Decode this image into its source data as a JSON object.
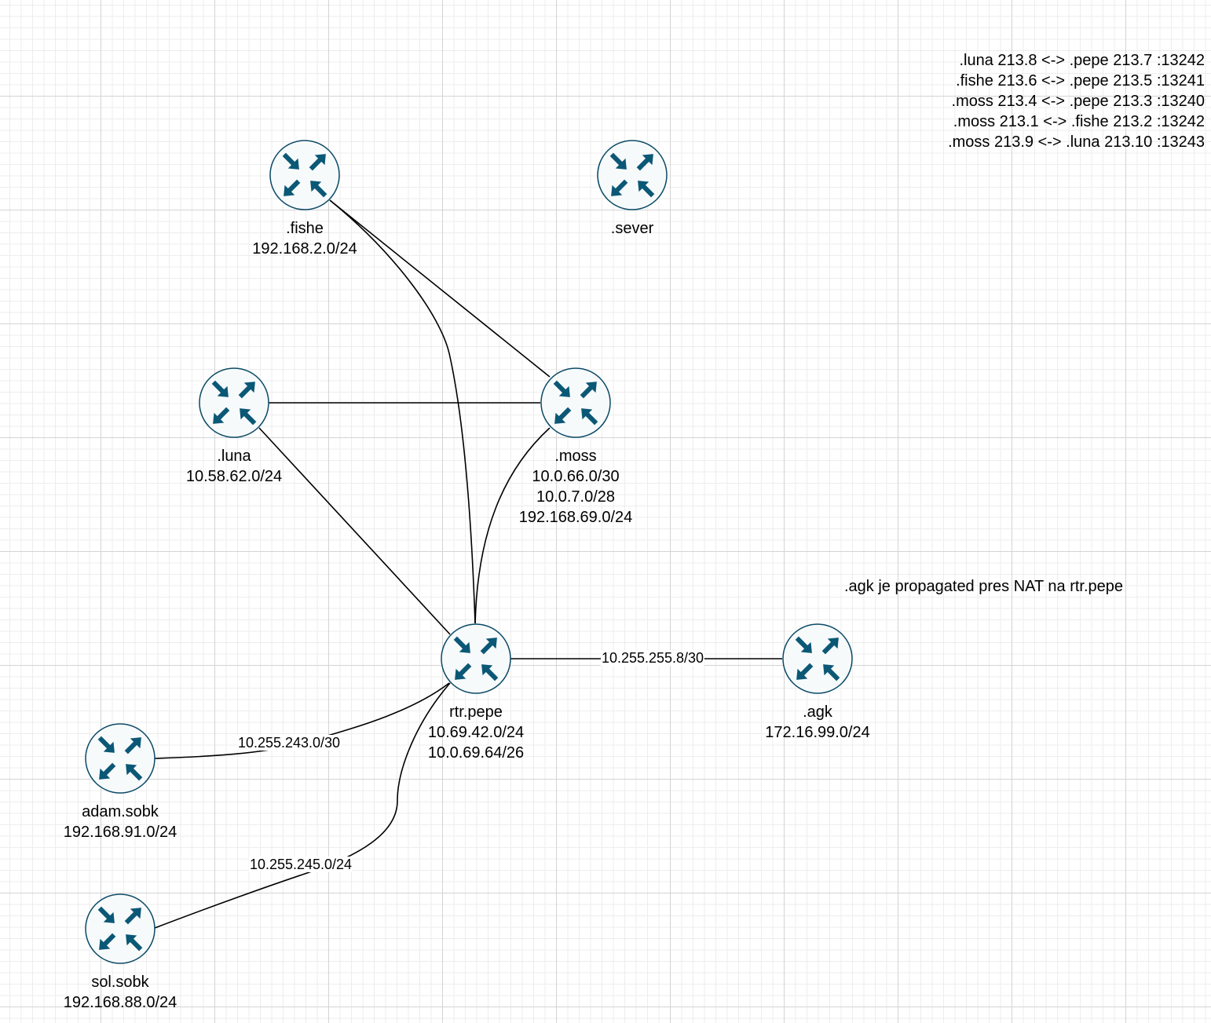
{
  "colors": {
    "router_icon": "#0b5876",
    "router_outline": "#0b4a66",
    "link": "#000000",
    "grid": "#d4d4d4"
  },
  "icon": "router-icon",
  "nodes": [
    {
      "id": "fishe",
      "lines": [
        ".fishe",
        "192.168.2.0/24"
      ]
    },
    {
      "id": "sever",
      "lines": [
        ".sever"
      ]
    },
    {
      "id": "luna",
      "lines": [
        ".luna",
        "10.58.62.0/24"
      ]
    },
    {
      "id": "moss",
      "lines": [
        ".moss",
        "10.0.66.0/30",
        "10.0.7.0/28",
        "192.168.69.0/24"
      ]
    },
    {
      "id": "pepe",
      "lines": [
        "rtr.pepe",
        "10.69.42.0/24",
        "10.0.69.64/26"
      ]
    },
    {
      "id": "agk",
      "lines": [
        ".agk",
        "172.16.99.0/24"
      ]
    },
    {
      "id": "adam",
      "lines": [
        "adam.sobk",
        "192.168.91.0/24"
      ]
    },
    {
      "id": "sol",
      "lines": [
        "sol.sobk",
        "192.168.88.0/24"
      ]
    }
  ],
  "links": [
    {
      "from": "fishe",
      "to": "moss",
      "label": ""
    },
    {
      "from": "fishe",
      "to": "pepe",
      "label": ""
    },
    {
      "from": "luna",
      "to": "moss",
      "label": ""
    },
    {
      "from": "luna",
      "to": "pepe",
      "label": ""
    },
    {
      "from": "moss",
      "to": "pepe",
      "label": ""
    },
    {
      "from": "pepe",
      "to": "agk",
      "label": "10.255.255.8/30"
    },
    {
      "from": "pepe",
      "to": "adam",
      "label": "10.255.243.0/30"
    },
    {
      "from": "pepe",
      "to": "sol",
      "label": "10.255.245.0/24"
    }
  ],
  "tunnels": [
    ".luna 213.8 <-> .pepe 213.7 :13242",
    ".fishe 213.6 <-> .pepe 213.5 :13241",
    ".moss 213.4 <-> .pepe 213.3 :13240",
    ".moss 213.1 <-> .fishe 213.2 :13242",
    ".moss 213.9 <-> .luna 213.10 :13243"
  ],
  "nat_note": ".agk je propagated pres NAT na rtr.pepe"
}
